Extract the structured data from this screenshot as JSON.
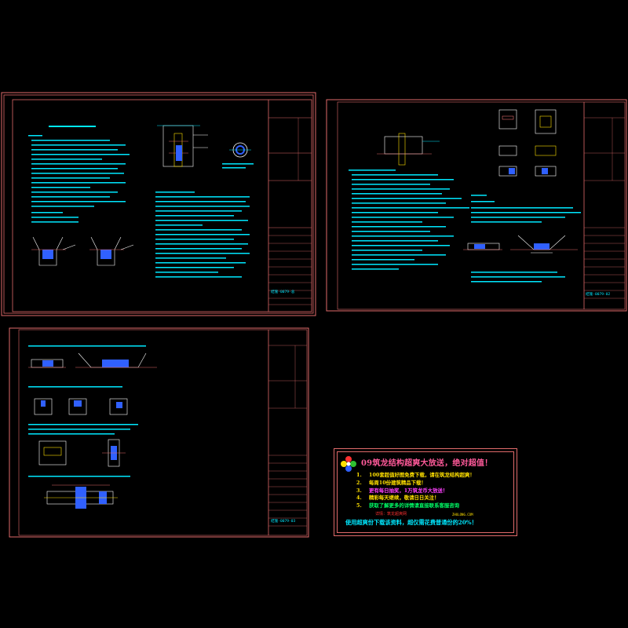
{
  "sheets": [
    {
      "id": "sheet-1",
      "drawing_code": "结施-0079-总",
      "frame_color": "#e06a6a"
    },
    {
      "id": "sheet-2",
      "drawing_code": "结施-0079-02",
      "frame_color": "#e06a6a"
    },
    {
      "id": "sheet-3",
      "drawing_code": "结施-0079-03",
      "frame_color": "#e06a6a"
    }
  ],
  "promo": {
    "title": "09筑龙结构超爽大放送，绝对超值！",
    "items": [
      {
        "num": "1.",
        "text": "100套超值好图免费下载，请在筑龙结构超爽！",
        "color": "#ffe000"
      },
      {
        "num": "2.",
        "text": "每周10份建筑精品下载！",
        "color": "#ffe000"
      },
      {
        "num": "3.",
        "text": "更有每日抽奖，1万筑龙币大放送！",
        "color": "#ff40ff"
      },
      {
        "num": "4.",
        "text": "精彩每天继续，敬请日日关注！",
        "color": "#ffe000"
      },
      {
        "num": "5.",
        "text": "获取了解更多的详情请直接联系客服咨询",
        "color": "#00ff66"
      }
    ],
    "sub_note": "详情：筑龙超爽网",
    "code_note": "ZHULONG.COM",
    "bottom_line": "使用超爽份下载该资料，超仅需花费普通份的20%！",
    "colors": {
      "frame": "#e06a6a",
      "title": "#ff5a9a",
      "number": "#ffe000",
      "bottom": "#00e8ff"
    }
  },
  "colors": {
    "background": "#000000",
    "frame": "#e06a6a",
    "text_cyan": "#00e8ff",
    "text_white": "#ffffff",
    "accent_yellow": "#ffe000",
    "accent_blue": "#3060ff",
    "accent_magenta": "#ff40ff",
    "accent_green": "#00ff66"
  }
}
